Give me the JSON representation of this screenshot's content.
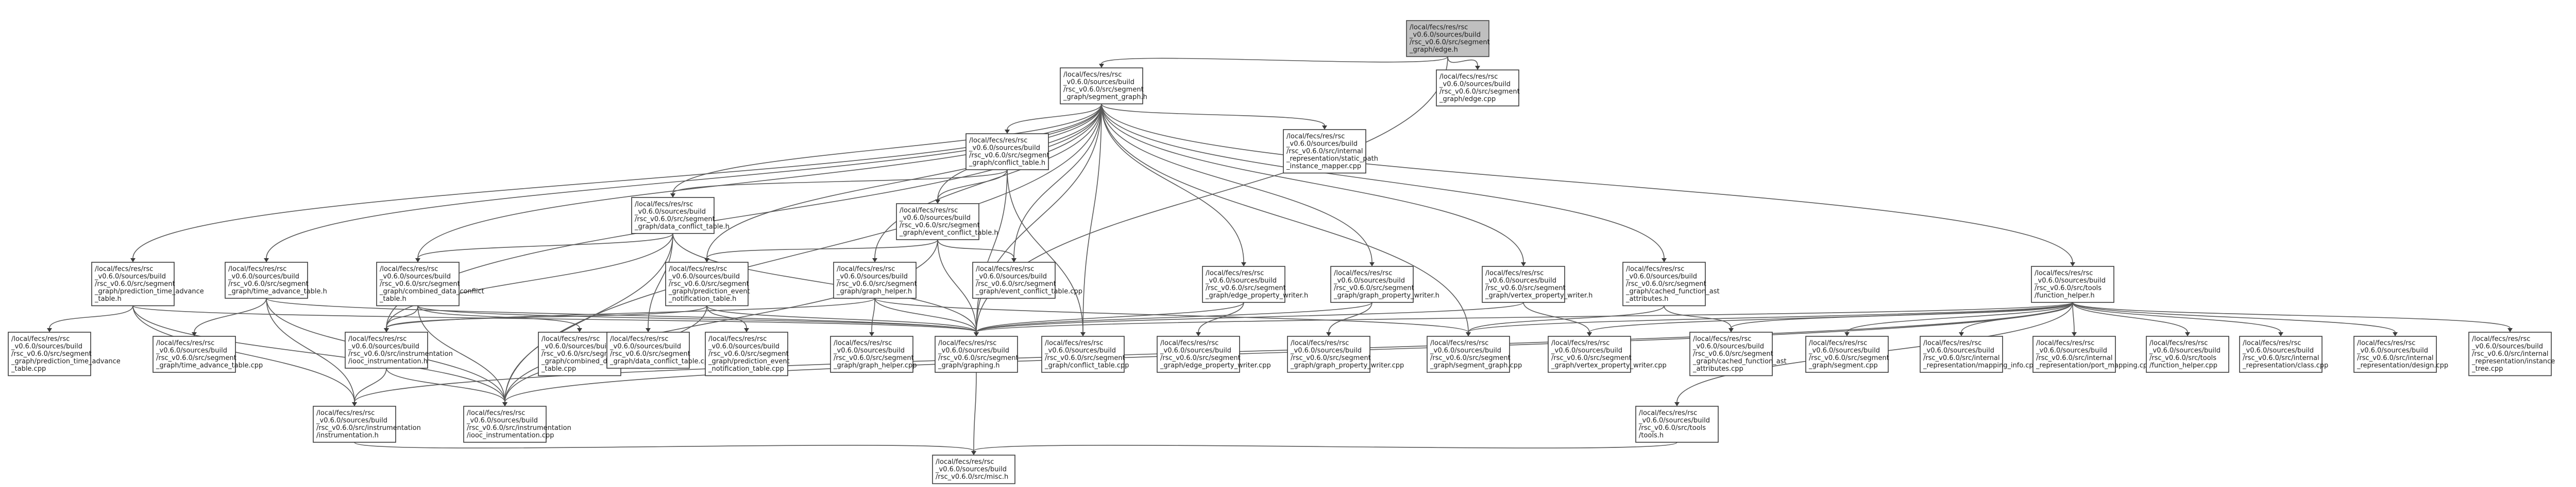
{
  "nodes": {
    "edge_h": [
      "/local/fecs/res/rsc",
      "_v0.6.0/sources/build",
      "/rsc_v0.6.0/src/segment",
      "_graph/edge.h"
    ],
    "segment_graph_h": [
      "/local/fecs/res/rsc",
      "_v0.6.0/sources/build",
      "/rsc_v0.6.0/src/segment",
      "_graph/segment_graph.h"
    ],
    "edge_cpp": [
      "/local/fecs/res/rsc",
      "_v0.6.0/sources/build",
      "/rsc_v0.6.0/src/segment",
      "_graph/edge.cpp"
    ],
    "conflict_table_h": [
      "/local/fecs/res/rsc",
      "_v0.6.0/sources/build",
      "/rsc_v0.6.0/src/segment",
      "_graph/conflict_table.h"
    ],
    "static_path_mapper": [
      "/local/fecs/res/rsc",
      "_v0.6.0/sources/build",
      "/rsc_v0.6.0/src/internal",
      "_representation/static_path",
      "_instance_mapper.cpp"
    ],
    "data_conflict_table_h": [
      "/local/fecs/res/rsc",
      "_v0.6.0/sources/build",
      "/rsc_v0.6.0/src/segment",
      "_graph/data_conflict_table.h"
    ],
    "event_conflict_table_h": [
      "/local/fecs/res/rsc",
      "_v0.6.0/sources/build",
      "/rsc_v0.6.0/src/segment",
      "_graph/event_conflict_table.h"
    ],
    "prediction_time_advance_h": [
      "/local/fecs/res/rsc",
      "_v0.6.0/sources/build",
      "/rsc_v0.6.0/src/segment",
      "_graph/prediction_time_advance",
      "_table.h"
    ],
    "time_advance_table_h": [
      "/local/fecs/res/rsc",
      "_v0.6.0/sources/build",
      "/rsc_v0.6.0/src/segment",
      "_graph/time_advance_table.h"
    ],
    "combined_data_conflict_h": [
      "/local/fecs/res/rsc",
      "_v0.6.0/sources/build",
      "/rsc_v0.6.0/src/segment",
      "_graph/combined_data_conflict",
      "_table.h"
    ],
    "prediction_event_h": [
      "/local/fecs/res/rsc",
      "_v0.6.0/sources/build",
      "/rsc_v0.6.0/src/segment",
      "_graph/prediction_event",
      "_notification_table.h"
    ],
    "graph_helper_h": [
      "/local/fecs/res/rsc",
      "_v0.6.0/sources/build",
      "/rsc_v0.6.0/src/segment",
      "_graph/graph_helper.h"
    ],
    "event_conflict_table_cpp": [
      "/local/fecs/res/rsc",
      "_v0.6.0/sources/build",
      "/rsc_v0.6.0/src/segment",
      "_graph/event_conflict_table.cpp"
    ],
    "edge_property_writer_h": [
      "/local/fecs/res/rsc",
      "_v0.6.0/sources/build",
      "/rsc_v0.6.0/src/segment",
      "_graph/edge_property_writer.h"
    ],
    "graph_property_writer_h": [
      "/local/fecs/res/rsc",
      "_v0.6.0/sources/build",
      "/rsc_v0.6.0/src/segment",
      "_graph/graph_property_writer.h"
    ],
    "vertex_property_writer_h": [
      "/local/fecs/res/rsc",
      "_v0.6.0/sources/build",
      "/rsc_v0.6.0/src/segment",
      "_graph/vertex_property_writer.h"
    ],
    "cached_function_attr_h": [
      "/local/fecs/res/rsc",
      "_v0.6.0/sources/build",
      "/rsc_v0.6.0/src/segment",
      "_graph/cached_function_ast",
      "_attributes.h"
    ],
    "function_helper_h": [
      "/local/fecs/res/rsc",
      "_v0.6.0/sources/build",
      "/rsc_v0.6.0/src/tools",
      "/function_helper.h"
    ],
    "prediction_time_advance_cpp": [
      "/local/fecs/res/rsc",
      "_v0.6.0/sources/build",
      "/rsc_v0.6.0/src/segment",
      "_graph/prediction_time_advance",
      "_table.cpp"
    ],
    "time_advance_table_cpp": [
      "/local/fecs/res/rsc",
      "_v0.6.0/sources/build",
      "/rsc_v0.6.0/src/segment",
      "_graph/time_advance_table.cpp"
    ],
    "iooc_instrumentation_h": [
      "/local/fecs/res/rsc",
      "_v0.6.0/sources/build",
      "/rsc_v0.6.0/src/instrumentation",
      "/iooc_instrumentation.h"
    ],
    "combined_data_conflict_cpp": [
      "/local/fecs/res/rsc",
      "_v0.6.0/sources/build",
      "/rsc_v0.6.0/src/segment",
      "_graph/combined_data_conflict",
      "_table.cpp"
    ],
    "data_conflict_table_cpp": [
      "/local/fecs/res/rsc",
      "_v0.6.0/sources/build",
      "/rsc_v0.6.0/src/segment",
      "_graph/data_conflict_table.cpp"
    ],
    "prediction_event_cpp": [
      "/local/fecs/res/rsc",
      "_v0.6.0/sources/build",
      "/rsc_v0.6.0/src/segment",
      "_graph/prediction_event",
      "_notification_table.cpp"
    ],
    "graph_helper_cpp": [
      "/local/fecs/res/rsc",
      "_v0.6.0/sources/build",
      "/rsc_v0.6.0/src/segment",
      "_graph/graph_helper.cpp"
    ],
    "graphing_h": [
      "/local/fecs/res/rsc",
      "_v0.6.0/sources/build",
      "/rsc_v0.6.0/src/segment",
      "_graph/graphing.h"
    ],
    "conflict_table_cpp": [
      "/local/fecs/res/rsc",
      "_v0.6.0/sources/build",
      "/rsc_v0.6.0/src/segment",
      "_graph/conflict_table.cpp"
    ],
    "edge_property_writer_cpp": [
      "/local/fecs/res/rsc",
      "_v0.6.0/sources/build",
      "/rsc_v0.6.0/src/segment",
      "_graph/edge_property_writer.cpp"
    ],
    "graph_property_writer_cpp": [
      "/local/fecs/res/rsc",
      "_v0.6.0/sources/build",
      "/rsc_v0.6.0/src/segment",
      "_graph/graph_property_writer.cpp"
    ],
    "segment_graph_cpp": [
      "/local/fecs/res/rsc",
      "_v0.6.0/sources/build",
      "/rsc_v0.6.0/src/segment",
      "_graph/segment_graph.cpp"
    ],
    "vertex_property_writer_cpp": [
      "/local/fecs/res/rsc",
      "_v0.6.0/sources/build",
      "/rsc_v0.6.0/src/segment",
      "_graph/vertex_property_writer.cpp"
    ],
    "cached_function_attr_cpp": [
      "/local/fecs/res/rsc",
      "_v0.6.0/sources/build",
      "/rsc_v0.6.0/src/segment",
      "_graph/cached_function_ast",
      "_attributes.cpp"
    ],
    "segment_cpp": [
      "/local/fecs/res/rsc",
      "_v0.6.0/sources/build",
      "/rsc_v0.6.0/src/segment",
      "_graph/segment.cpp"
    ],
    "mapping_info_cpp": [
      "/local/fecs/res/rsc",
      "_v0.6.0/sources/build",
      "/rsc_v0.6.0/src/internal",
      "_representation/mapping_info.cpp"
    ],
    "port_mapping_cpp": [
      "/local/fecs/res/rsc",
      "_v0.6.0/sources/build",
      "/rsc_v0.6.0/src/internal",
      "_representation/port_mapping.cpp"
    ],
    "function_helper_cpp": [
      "/local/fecs/res/rsc",
      "_v0.6.0/sources/build",
      "/rsc_v0.6.0/src/tools",
      "/function_helper.cpp"
    ],
    "class_cpp": [
      "/local/fecs/res/rsc",
      "_v0.6.0/sources/build",
      "/rsc_v0.6.0/src/internal",
      "_representation/class.cpp"
    ],
    "design_cpp": [
      "/local/fecs/res/rsc",
      "_v0.6.0/sources/build",
      "/rsc_v0.6.0/src/internal",
      "_representation/design.cpp"
    ],
    "instance_tree_cpp": [
      "/local/fecs/res/rsc",
      "_v0.6.0/sources/build",
      "/rsc_v0.6.0/src/internal",
      "_representation/instance",
      "_tree.cpp"
    ],
    "instrumentation_h": [
      "/local/fecs/res/rsc",
      "_v0.6.0/sources/build",
      "/rsc_v0.6.0/src/instrumentation",
      "/instrumentation.h"
    ],
    "iooc_instrumentation_cpp": [
      "/local/fecs/res/rsc",
      "_v0.6.0/sources/build",
      "/rsc_v0.6.0/src/instrumentation",
      "/iooc_instrumentation.cpp"
    ],
    "tools_h": [
      "/local/fecs/res/rsc",
      "_v0.6.0/sources/build",
      "/rsc_v0.6.0/src/tools",
      "/tools.h"
    ],
    "misc_h": [
      "/local/fecs/res/rsc",
      "_v0.6.0/sources/build",
      "/rsc_v0.6.0/src/misc.h"
    ]
  },
  "root": "edge_h",
  "edges": [
    [
      "edge_h",
      "segment_graph_h"
    ],
    [
      "edge_h",
      "edge_cpp"
    ],
    [
      "edge_h",
      "graphing_h"
    ],
    [
      "segment_graph_h",
      "conflict_table_h"
    ],
    [
      "segment_graph_h",
      "static_path_mapper"
    ],
    [
      "segment_graph_h",
      "data_conflict_table_h"
    ],
    [
      "segment_graph_h",
      "event_conflict_table_h"
    ],
    [
      "segment_graph_h",
      "prediction_time_advance_h"
    ],
    [
      "segment_graph_h",
      "time_advance_table_h"
    ],
    [
      "segment_graph_h",
      "combined_data_conflict_h"
    ],
    [
      "segment_graph_h",
      "prediction_event_h"
    ],
    [
      "segment_graph_h",
      "graph_helper_h"
    ],
    [
      "segment_graph_h",
      "event_conflict_table_cpp"
    ],
    [
      "segment_graph_h",
      "edge_property_writer_h"
    ],
    [
      "segment_graph_h",
      "graph_property_writer_h"
    ],
    [
      "segment_graph_h",
      "vertex_property_writer_h"
    ],
    [
      "segment_graph_h",
      "cached_function_attr_h"
    ],
    [
      "segment_graph_h",
      "function_helper_h"
    ],
    [
      "segment_graph_h",
      "graphing_h"
    ],
    [
      "segment_graph_h",
      "segment_graph_cpp"
    ],
    [
      "segment_graph_h",
      "iooc_instrumentation_h"
    ],
    [
      "segment_graph_h",
      "conflict_table_cpp"
    ],
    [
      "segment_graph_h",
      "iooc_instrumentation_cpp"
    ],
    [
      "conflict_table_h",
      "data_conflict_table_h"
    ],
    [
      "conflict_table_h",
      "event_conflict_table_h"
    ],
    [
      "conflict_table_h",
      "conflict_table_cpp"
    ],
    [
      "conflict_table_h",
      "graphing_h"
    ],
    [
      "data_conflict_table_h",
      "combined_data_conflict_h"
    ],
    [
      "data_conflict_table_h",
      "data_conflict_table_cpp"
    ],
    [
      "data_conflict_table_h",
      "graphing_h"
    ],
    [
      "data_conflict_table_h",
      "iooc_instrumentation_h"
    ],
    [
      "data_conflict_table_h",
      "iooc_instrumentation_cpp"
    ],
    [
      "event_conflict_table_h",
      "prediction_event_h"
    ],
    [
      "event_conflict_table_h",
      "event_conflict_table_cpp"
    ],
    [
      "event_conflict_table_h",
      "graphing_h"
    ],
    [
      "event_conflict_table_h",
      "iooc_instrumentation_cpp"
    ],
    [
      "prediction_time_advance_h",
      "prediction_time_advance_cpp"
    ],
    [
      "prediction_time_advance_h",
      "instrumentation_h"
    ],
    [
      "prediction_time_advance_h",
      "iooc_instrumentation_cpp"
    ],
    [
      "prediction_time_advance_h",
      "graphing_h"
    ],
    [
      "time_advance_table_h",
      "time_advance_table_cpp"
    ],
    [
      "time_advance_table_h",
      "instrumentation_h"
    ],
    [
      "time_advance_table_h",
      "iooc_instrumentation_cpp"
    ],
    [
      "time_advance_table_h",
      "graphing_h"
    ],
    [
      "combined_data_conflict_h",
      "combined_data_conflict_cpp"
    ],
    [
      "combined_data_conflict_h",
      "iooc_instrumentation_h"
    ],
    [
      "combined_data_conflict_h",
      "iooc_instrumentation_cpp"
    ],
    [
      "combined_data_conflict_h",
      "graphing_h"
    ],
    [
      "prediction_event_h",
      "prediction_event_cpp"
    ],
    [
      "prediction_event_h",
      "iooc_instrumentation_h"
    ],
    [
      "prediction_event_h",
      "iooc_instrumentation_cpp"
    ],
    [
      "prediction_event_h",
      "graphing_h"
    ],
    [
      "graph_helper_h",
      "graph_helper_cpp"
    ],
    [
      "graph_helper_h",
      "graphing_h"
    ],
    [
      "graph_helper_h",
      "iooc_instrumentation_h"
    ],
    [
      "graph_helper_h",
      "segment_graph_cpp"
    ],
    [
      "edge_property_writer_h",
      "edge_property_writer_cpp"
    ],
    [
      "edge_property_writer_h",
      "graphing_h"
    ],
    [
      "graph_property_writer_h",
      "graph_property_writer_cpp"
    ],
    [
      "graph_property_writer_h",
      "graphing_h"
    ],
    [
      "vertex_property_writer_h",
      "vertex_property_writer_cpp"
    ],
    [
      "vertex_property_writer_h",
      "graphing_h"
    ],
    [
      "cached_function_attr_h",
      "cached_function_attr_cpp"
    ],
    [
      "cached_function_attr_h",
      "segment_graph_cpp"
    ],
    [
      "function_helper_h",
      "graphing_h"
    ],
    [
      "function_helper_h",
      "segment_graph_cpp"
    ],
    [
      "function_helper_h",
      "cached_function_attr_cpp"
    ],
    [
      "function_helper_h",
      "segment_cpp"
    ],
    [
      "function_helper_h",
      "mapping_info_cpp"
    ],
    [
      "function_helper_h",
      "port_mapping_cpp"
    ],
    [
      "function_helper_h",
      "function_helper_cpp"
    ],
    [
      "function_helper_h",
      "class_cpp"
    ],
    [
      "function_helper_h",
      "design_cpp"
    ],
    [
      "function_helper_h",
      "instance_tree_cpp"
    ],
    [
      "function_helper_h",
      "tools_h"
    ],
    [
      "function_helper_h",
      "iooc_instrumentation_cpp"
    ],
    [
      "function_helper_h",
      "vertex_property_writer_cpp"
    ],
    [
      "function_helper_h",
      "instrumentation_h"
    ],
    [
      "iooc_instrumentation_h",
      "instrumentation_h"
    ],
    [
      "iooc_instrumentation_h",
      "iooc_instrumentation_cpp"
    ],
    [
      "instrumentation_h",
      "misc_h"
    ],
    [
      "graphing_h",
      "misc_h"
    ],
    [
      "tools_h",
      "misc_h"
    ]
  ]
}
